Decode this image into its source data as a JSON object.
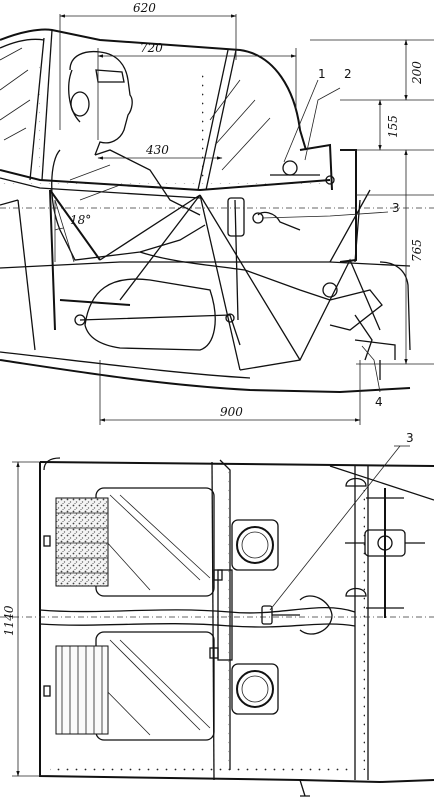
{
  "side_view": {
    "dimensions": {
      "d620": "620",
      "d720": "720",
      "d430": "430",
      "d900": "900",
      "d200": "200",
      "d155": "155",
      "d765": "765",
      "angle": "18°"
    },
    "callouts": {
      "c1": "1",
      "c2": "2",
      "c3": "3",
      "c4": "4"
    }
  },
  "plan_view": {
    "dimensions": {
      "d1140": "1140"
    },
    "callouts": {
      "c3": "3"
    }
  }
}
